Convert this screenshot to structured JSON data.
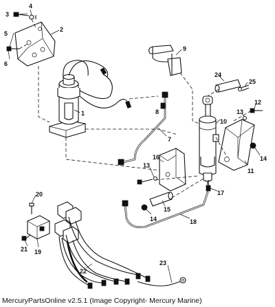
{
  "caption": "MercuryPartsOnline v2.5.1 (Image Copyright- Mercury Marine)",
  "callouts": [
    "1",
    "2",
    "3",
    "4",
    "5",
    "6",
    "7",
    "8",
    "9",
    "10",
    "11",
    "12",
    "13",
    "13",
    "14",
    "14",
    "15",
    "16",
    "17",
    "18",
    "19",
    "20",
    "21",
    "22",
    "23",
    "24",
    "25"
  ]
}
